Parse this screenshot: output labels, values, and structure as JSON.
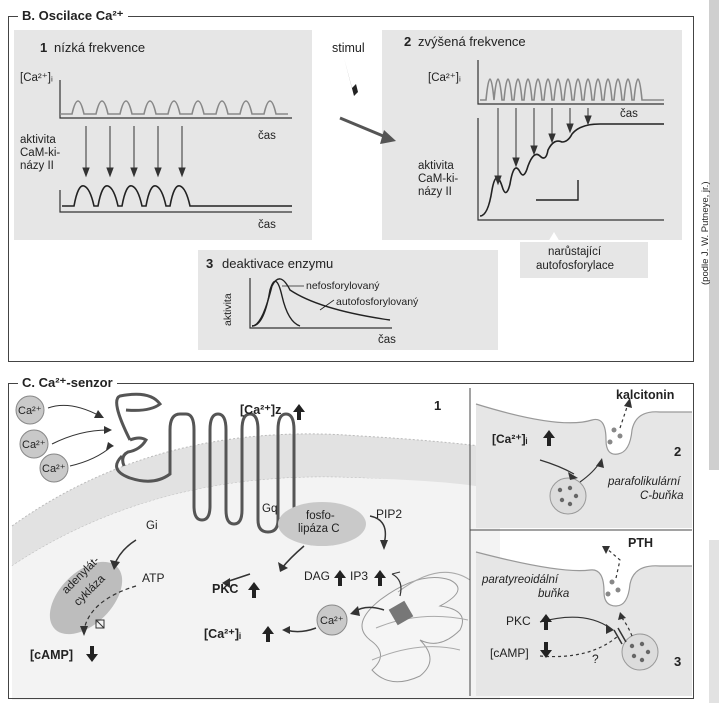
{
  "sectionB": {
    "title": "B. Oscilace Ca²⁺",
    "panel1": {
      "num": "1",
      "title": "nízká frekvence",
      "ca_label": "[Ca²⁺]ᵢ",
      "activity_label": [
        "aktivita",
        "CaM-ki-",
        "názy II"
      ],
      "time_label": "čas",
      "time_label2": "čas"
    },
    "stimulus": "stimul",
    "panel2": {
      "num": "2",
      "title": "zvýšená frekvence",
      "ca_label": "[Ca²⁺]ᵢ",
      "time_label": "čas",
      "activity_label": [
        "aktivita",
        "CaM-ki-",
        "názy II"
      ],
      "note": [
        "narůstající",
        "autofosforylace"
      ]
    },
    "panel3": {
      "num": "3",
      "title": "deaktivace enzymu",
      "y_label": "aktivita",
      "x_label": "čas",
      "curve1": "nefosforylovaný",
      "curve2": "autofosforylovaný"
    },
    "credit": "(podle J. W. Putneye, jr.)"
  },
  "sectionC": {
    "title": "C. Ca²⁺-senzor",
    "main": {
      "num": "1",
      "ca_ion": "Ca²⁺",
      "ca_z": "[Ca²⁺]z",
      "gi": "Gi",
      "gq": "Gq",
      "enzyme": [
        "fosfo-",
        "lipáza C"
      ],
      "pip2": "PIP2",
      "dag": "DAG",
      "ip3": "IP3",
      "pkc": "PKC",
      "cai": "[Ca²⁺]ᵢ",
      "adenylate": [
        "adenylát-",
        "cykláza"
      ],
      "atp": "ATP",
      "camp": "[cAMP]"
    },
    "panel2": {
      "num": "2",
      "hormone": "kalcitonin",
      "cai": "[Ca²⁺]ᵢ",
      "cell": [
        "parafolikulární",
        "C-buňka"
      ]
    },
    "panel3": {
      "num": "3",
      "hormone": "PTH",
      "cell": [
        "paratyreoidální",
        "buňka"
      ],
      "pkc": "PKC",
      "camp": "[cAMP]",
      "question": "?"
    }
  }
}
